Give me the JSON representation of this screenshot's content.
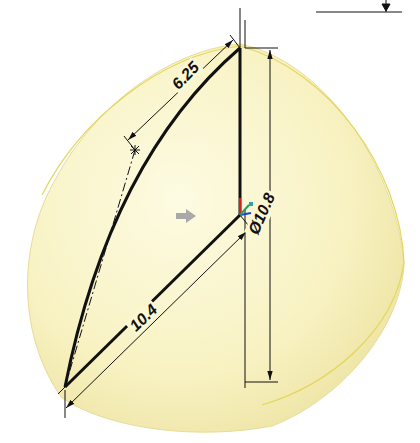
{
  "diagram": {
    "labels": [
      "6.25",
      "10.4",
      "Ø10.8"
    ]
  }
}
